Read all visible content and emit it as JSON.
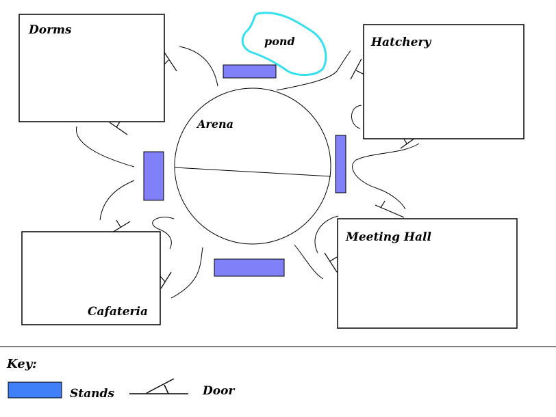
{
  "map": {
    "buildings": [
      {
        "id": "dorms",
        "label": "Dorms"
      },
      {
        "id": "hatchery",
        "label": "Hatchery"
      },
      {
        "id": "meeting-hall",
        "label": "Meeting Hall"
      },
      {
        "id": "cafeteria",
        "label": "Cafateria"
      }
    ],
    "arena_label": "Arena",
    "pond_label": "pond",
    "key": {
      "title": "Key:",
      "stands_label": "Stands",
      "door_label": "Door"
    }
  },
  "colors": {
    "stands_fill": "#8080f8",
    "key_stands_fill": "#3f7ff8",
    "pond_outline": "#33e0ee",
    "line": "#000000",
    "background": "#ffffff"
  }
}
